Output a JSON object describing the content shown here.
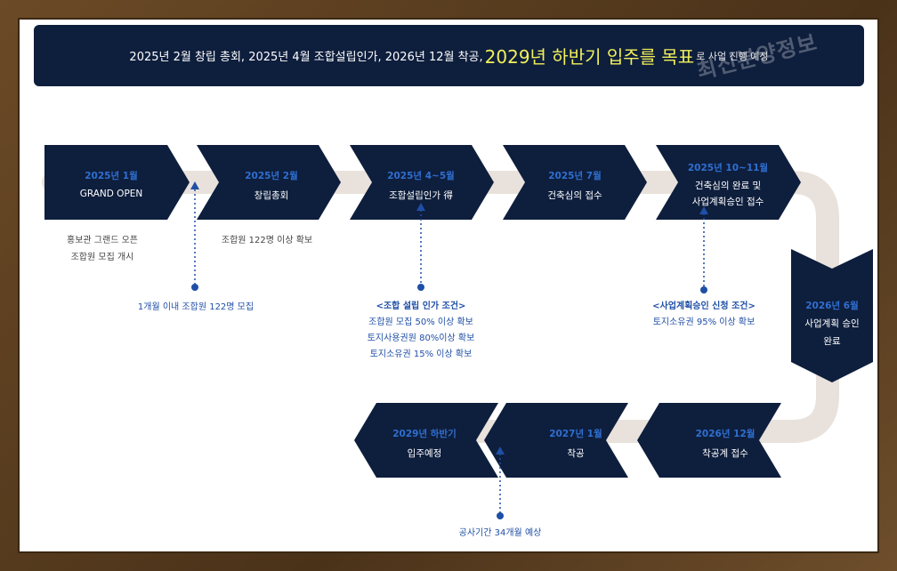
{
  "banner": {
    "lead": "2025년 2월 창립 총회,  2025년 4월 조합설립인가, 2026년 12월 착공,",
    "highlight": "2029년 하반기 입주를 목표",
    "tail": "로 사업 진행 예정",
    "watermark": "최신분양정보"
  },
  "steps": [
    {
      "date": "2025년 1월",
      "title": "GRAND OPEN"
    },
    {
      "date": "2025년 2월",
      "title": "창립총회"
    },
    {
      "date": "2025년 4~5월",
      "title": "조합설립인가 得"
    },
    {
      "date": "2025년 7월",
      "title": "건축심의 접수"
    },
    {
      "date": "2025년 10~11월",
      "title": "건축심의 완료 및",
      "title2": "사업계획승인 접수"
    },
    {
      "date": "2026년 6월",
      "title": "사업계획 승인",
      "title2": "완료"
    },
    {
      "date": "2026년 12월",
      "title": "착공계 접수"
    },
    {
      "date": "2027년 1월",
      "title": "착공"
    },
    {
      "date": "2029년 하반기",
      "title": "입주예정"
    }
  ],
  "notes": {
    "open": [
      "홍보관  그랜드 오픈",
      "조합원 모집 개시"
    ],
    "meeting": "조합원 122명 이상 확보",
    "recruit": "1개월 이내 조합원 122명 모집",
    "approval": {
      "head": "<조합 설립 인가 조건>",
      "lines": [
        "조합원 모집 50% 이상 확보",
        "토지사용권원 80%이상 확보",
        "토지소유권 15% 이상 확보"
      ]
    },
    "plan": {
      "head": "<사업계획승인 신청 조건>",
      "lines": [
        "토지소유권 95% 이상 확보"
      ]
    },
    "construction": "공사기간 34개월 예상"
  },
  "colors": {
    "navy": "#0e1e3d",
    "accent_blue": "#2f6fd0",
    "highlight": "#f1f15a",
    "track": "#e9e2dc"
  }
}
